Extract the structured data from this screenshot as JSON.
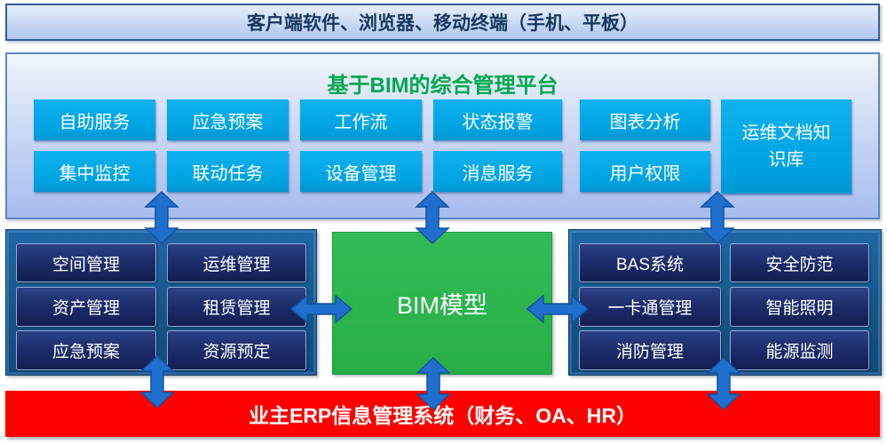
{
  "client_bar": {
    "label": "客户端软件、浏览器、移动终端（手机、平板）"
  },
  "platform": {
    "title": "基于BIM的综合管理平台",
    "modules_row1": [
      "自助服务",
      "应急预案",
      "工作流",
      "状态报警",
      "图表分析"
    ],
    "modules_row2": [
      "集中监控",
      "联动任务",
      "设备管理",
      "消息服务",
      "用户权限"
    ],
    "knowledge_base": "运维文档知识库"
  },
  "facility_panel": {
    "modules": [
      "空间管理",
      "运维管理",
      "资产管理",
      "租赁管理",
      "应急预案",
      "资源预定"
    ]
  },
  "bim_model": {
    "label": "BIM模型"
  },
  "subsystem_panel": {
    "modules": [
      "BAS系统",
      "安全防范",
      "一卡通管理",
      "智能照明",
      "消防管理",
      "能源监测"
    ]
  },
  "erp_bar": {
    "label": "业主ERP信息管理系统（财务、OA、HR）"
  },
  "colors": {
    "module_cyan": "#00a3e2",
    "panel_blue": "#155687",
    "inner_navy": "#1b2a67",
    "bim_green": "#27ae47",
    "erp_red": "#fd0100",
    "arrow_blue": "#1f6fce",
    "title_green": "#00a84e",
    "client_bar_text": "#16375f"
  }
}
